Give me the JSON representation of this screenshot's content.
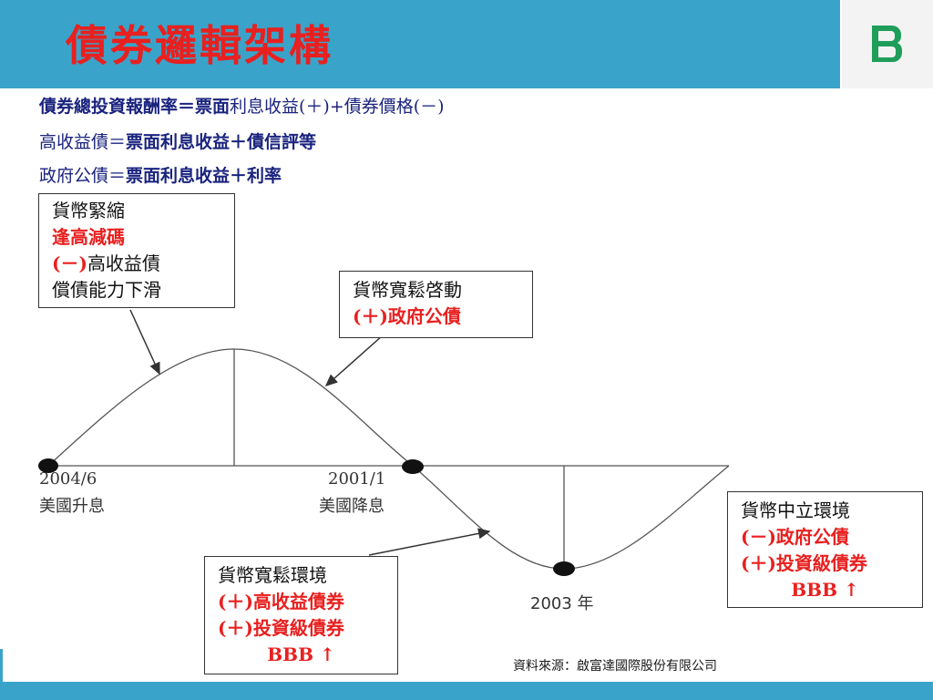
{
  "header": {
    "title": "債券邏輯架構",
    "logo_icon": "fubon-logo-icon",
    "accent_color": "#3aa3c9",
    "title_color": "#e8201f"
  },
  "formulas": [
    {
      "bold": "債券總投資報酬率＝票面",
      "normal": "利息收益(＋)+債券價格(－)",
      "rest": ""
    },
    {
      "bold": "",
      "normal": "高收益債＝",
      "rest": "票面利息收益＋債信評等"
    },
    {
      "bold": "",
      "normal": "政府公債＝",
      "rest": "票面利息收益＋利率"
    }
  ],
  "boxes": {
    "tightening": {
      "lines": [
        "貨幣緊縮",
        "逢高減碼",
        "(－)高收益債",
        "償債能力下滑"
      ]
    },
    "easing_start": {
      "lines": [
        "貨幣寬鬆啓動",
        "(＋)政府公債"
      ]
    },
    "easing_env": {
      "lines": [
        "貨幣寬鬆環境",
        "(＋)高收益債券",
        "(＋)投資級債券",
        "BBB ↑"
      ]
    },
    "neutral_env": {
      "lines": [
        "貨幣中立環境",
        "(－)政府公債",
        "(＋)投資級債券",
        "BBB ↑"
      ]
    }
  },
  "points": {
    "p2004": {
      "date": "2004/6",
      "event": "美國升息"
    },
    "p2001": {
      "date": "2001/1",
      "event": "美國降息"
    },
    "p2003": {
      "date": "2003 年"
    }
  },
  "source": "資料來源：啟富達國際股份有限公司"
}
